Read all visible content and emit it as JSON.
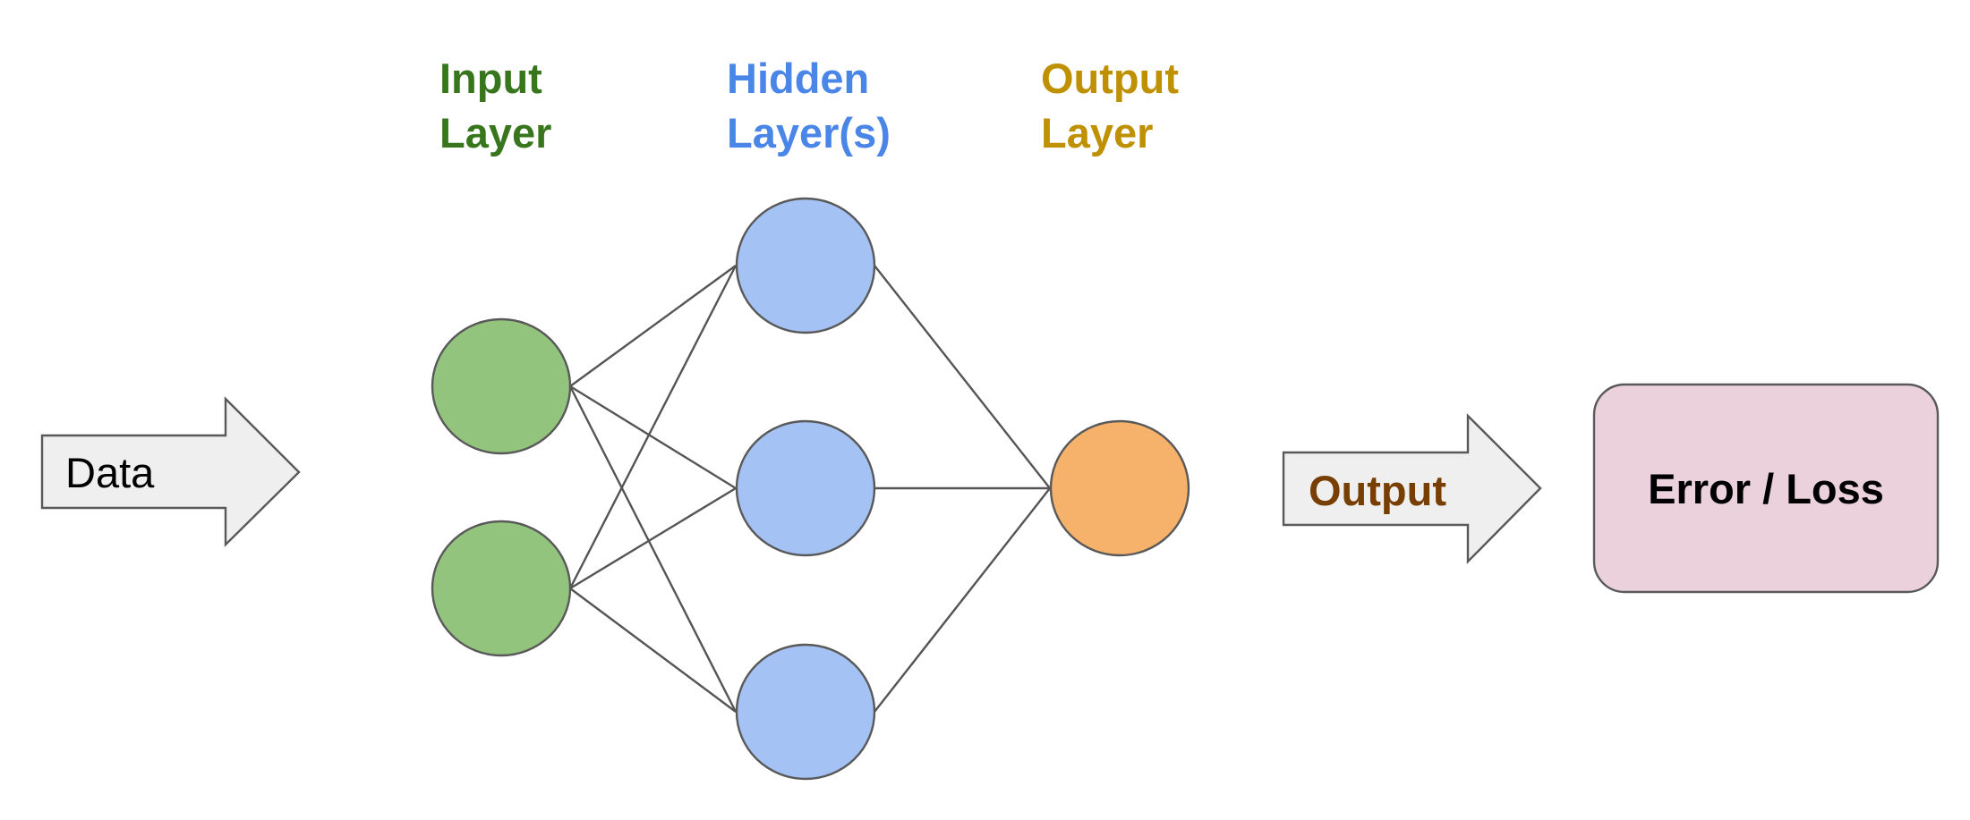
{
  "layers": {
    "input": {
      "line1": "Input",
      "line2": "Layer",
      "color": "#38761d",
      "node_fill": "#93c47d"
    },
    "hidden": {
      "line1": "Hidden",
      "line2": "Layer(s)",
      "color": "#4a86e8",
      "node_fill": "#a4c2f4"
    },
    "output": {
      "line1": "Output",
      "line2": "Layer",
      "color": "#bf9000",
      "node_fill": "#f6b26b"
    }
  },
  "data_arrow": {
    "label": "Data",
    "fill": "#efefef",
    "label_color": "#000000"
  },
  "output_arrow": {
    "label": "Output",
    "fill": "#efefef",
    "label_color": "#783f04"
  },
  "loss_box": {
    "label": "Error / Loss",
    "fill": "#ead1dc",
    "label_color": "#000000"
  },
  "network": {
    "input_nodes": 2,
    "hidden_nodes": 3,
    "output_nodes": 1,
    "connectivity": "fully-connected"
  }
}
